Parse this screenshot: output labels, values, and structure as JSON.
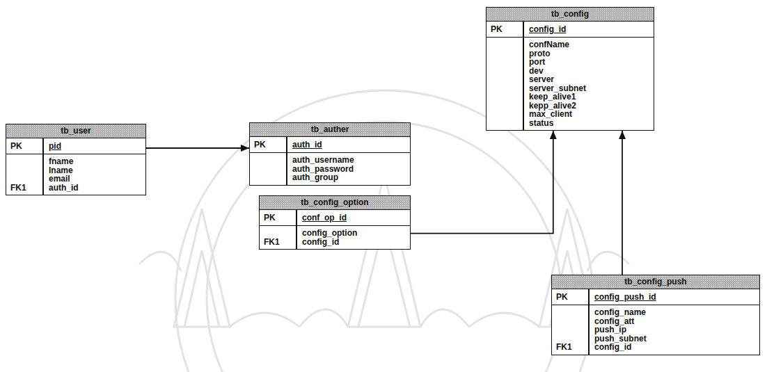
{
  "diagram": {
    "nodes": [
      {
        "text": [
          "tb_user",
          "PK",
          "pid",
          "fname",
          "lname",
          "email",
          "FK1",
          "auth_id"
        ]
      },
      {
        "text": [
          "tb_auther",
          "PK",
          "auth_id",
          "auth_username",
          "auth_password",
          "auth_group"
        ]
      },
      {
        "text": [
          "tb_config_option",
          "PK",
          "conf_op_id",
          "config_option",
          "FK1",
          "config_id"
        ]
      },
      {
        "text": [
          "tb_config",
          "PK",
          "config_id",
          "confName",
          "proto",
          "port",
          "dev",
          "server",
          "server_subnet",
          "keep_alive1",
          "kepp_alive2",
          "max_client",
          "status"
        ]
      },
      {
        "text": [
          "tb_config_push",
          "PK",
          "config_push_id",
          "config_name",
          "config_att",
          "push_ip",
          "push_subnet",
          "FK1",
          "config_id"
        ]
      }
    ],
    "edges": [
      {
        "from": 0,
        "to": 1,
        "arrow": "to"
      },
      {
        "from": 2,
        "to": 3,
        "arrow": "to"
      },
      {
        "from": 4,
        "to": 3,
        "arrow": "to"
      }
    ]
  }
}
